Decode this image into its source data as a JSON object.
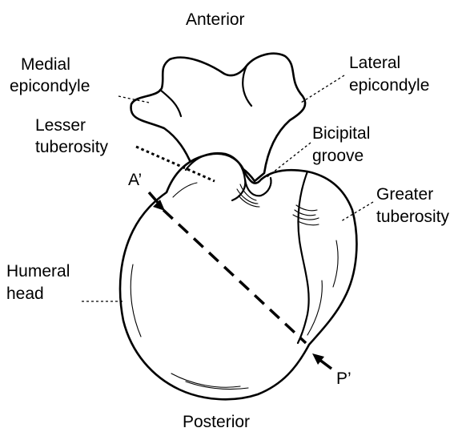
{
  "labels": {
    "anterior": "Anterior",
    "posterior": "Posterior",
    "medial_epicondyle_1": "Medial",
    "medial_epicondyle_2": "epicondyle",
    "lateral_epicondyle_1": "Lateral",
    "lateral_epicondyle_2": "epicondyle",
    "lesser_tuberosity_1": "Lesser",
    "lesser_tuberosity_2": "tuberosity",
    "bicipital_groove_1": "Bicipital",
    "bicipital_groove_2": "groove",
    "greater_tuberosity_1": "Greater",
    "greater_tuberosity_2": "tuberosity",
    "humeral_head_1": "Humeral",
    "humeral_head_2": "head",
    "point_a": "A’",
    "point_p": "P’"
  },
  "colors": {
    "ink": "#000000",
    "background": "#ffffff"
  }
}
